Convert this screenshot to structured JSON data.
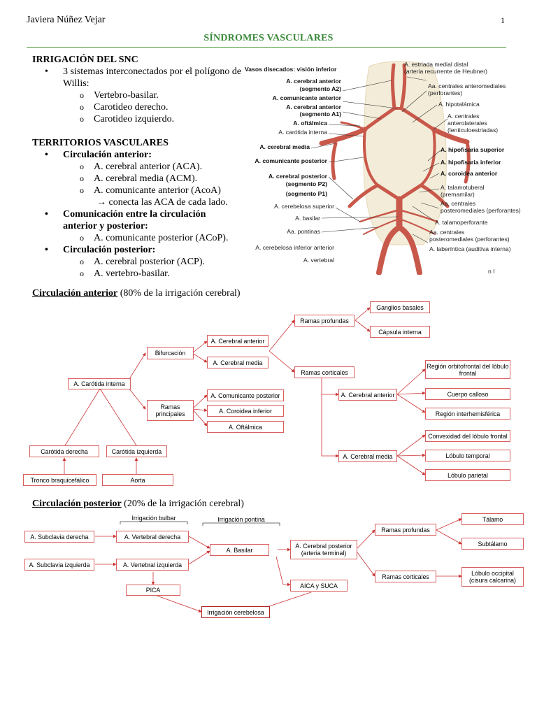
{
  "header": {
    "author": "Javiera Núñez Vejar",
    "page_number": "1"
  },
  "title": "SÍNDROMES VASCULARES",
  "outline": {
    "irrigacion": {
      "heading": "IRRIGACIÓN DEL SNC",
      "bullet": "3 sistemas interconectados por el polígono de Willis:",
      "items": [
        "Vertebro-basilar.",
        "Carotideo derecho.",
        "Carotideo izquierdo."
      ]
    },
    "territorios": {
      "heading": "TERRITORIOS VASCULARES",
      "anterior_label": "Circulación anterior:",
      "anterior_items": [
        "A. cerebral anterior (ACA).",
        "A. cerebral media (ACM).",
        "A. comunicante anterior (AcoA)"
      ],
      "anterior_note": "→ conecta las ACA de cada lado.",
      "comunicacion_label": "Comunicación entre la circulación anterior y posterior:",
      "comunicacion_items": [
        "A. comunicante posterior (ACoP)."
      ],
      "posterior_label": "Circulación posterior:",
      "posterior_items": [
        "A. cerebral posterior (ACP).",
        "A. vertebro-basilar."
      ]
    }
  },
  "figure": {
    "title": "Vasos disecados: visión inferior",
    "left_labels": [
      "A. cerebral anterior",
      "(segmento A2)",
      "A. comunicante anterior",
      "A. cerebral anterior",
      "(segmento A1)",
      "A. oftálmica",
      "A. carótida interna",
      "A. cerebral media",
      "A. comunicante posterior",
      "A. cerebral posterior",
      "(segmento P2)",
      "(segmento P1)",
      "A. cerebelosa superior",
      "A. basilar",
      "Aa. pontinas",
      "A. cerebelosa inferior anterior",
      "A. vertebral"
    ],
    "right_labels": [
      "A. estriada medial distal",
      "(arteria recurrente de Heubner)",
      "Aa. centrales anteromediales",
      "(perforantes)",
      "A. hipotalámica",
      "A. centrales",
      "anterolaterales",
      "(lenticuloestriadas)",
      "A. hipofisaria superior",
      "A. hipofisaria inferior",
      "A. coroidea anterior",
      "A. talamotuberal",
      "(premamilar)",
      "Aa. centrales",
      "posteromediales (perforantes)",
      "A. talamoperforante",
      "Aa. centrales",
      "posteromediales (perforantes)",
      "A. laberíntica (auditiva interna)"
    ],
    "signature": "n I"
  },
  "anterior_chart": {
    "heading": "Circulación anterior",
    "subheading": " (80% de la irrigación cerebral)",
    "nodes": {
      "carotida_interna": "A. Carótida interna",
      "bifurcacion": "Bifurcación",
      "ramas_principales": "Ramas principales",
      "cerebral_anterior": "A. Cerebral anterior",
      "cerebral_media": "A. Cerebral media",
      "comunicante_posterior": "A. Comunicante posterior",
      "coroidea_inferior": "A. Coroidea inferior",
      "oftalmica": "A. Oftálmica",
      "ramas_profundas": "Ramas profundas",
      "ganglios_basales": "Ganglios basales",
      "capsula_interna": "Cápsula interna",
      "ramas_corticales": "Ramas corticales",
      "rc_cerebral_anterior": "A. Cerebral anterior",
      "rc_cerebral_media": "A. Cerebral media",
      "region_orbitofrontal": "Región orbitofrontal del lóbulo frontal",
      "cuerpo_calloso": "Cuerpo calloso",
      "region_interhemisferica": "Región interhemisférica",
      "convexidad": "Convexidad del lóbulo frontal",
      "lobulo_temporal": "Lóbulo temporal",
      "lobulo_parietal": "Lóbulo parietal",
      "carotida_derecha": "Carótida derecha",
      "carotida_izquierda": "Carótida izquierda",
      "tronco": "Tronco braquicefálico",
      "aorta": "Aorta"
    }
  },
  "posterior_chart": {
    "heading": "Circulación posterior",
    "subheading": " (20% de la irrigación cerebral)",
    "nodes": {
      "irrigacion_bulbar": "Irrigación bulbar",
      "irrigacion_pontina": "Irrigación pontina",
      "subclavia_derecha": "A. Subclavia derecha",
      "subclavia_izquierda": "A. Subclavia izquierda",
      "vertebral_derecha": "A. Vertebral derecha",
      "vertebral_izquierda": "A. Vertebral izquierda",
      "pica": "PICA",
      "basilar": "A. Basilar",
      "aica_suca": "AICA y SUCA",
      "irrigacion_cerebelosa": "Irrigación cerebelosa",
      "cerebral_posterior": "A.  Cerebral posterior (arteria terminal)",
      "ramas_profundas": "Ramas profundas",
      "ramas_corticales": "Ramas corticales",
      "talamo": "Tálamo",
      "subtalamo": "Subtálamo",
      "lobulo_occipital": "Lóbulo occipital (cisura calcarina)"
    }
  },
  "colors": {
    "title_green": "#3b8a3b",
    "box_border": "#d95f5f",
    "arrow": "#cc3333",
    "artery": "#c8584a"
  }
}
